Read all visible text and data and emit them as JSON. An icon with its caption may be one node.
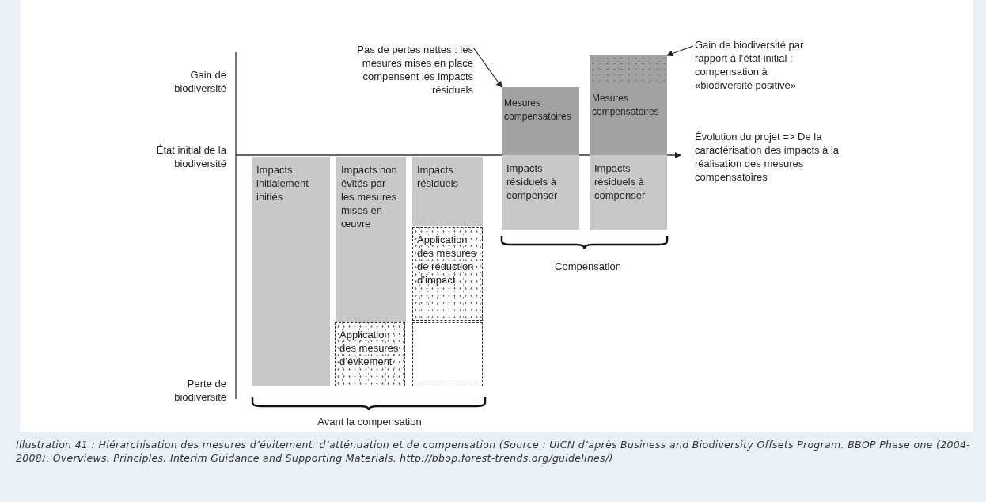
{
  "diagram": {
    "caption": "Illustration 41 : Hiérarchisation des mesures d’évitement, d’atténuation et de compensation (Source : UICN d’après Business and Biodiversity Offsets Program. BBOP Phase one (2004-2008). Overviews, Principles, Interim Guidance and Supporting Materials. http://bbop.forest-trends.org/guidelines/)",
    "nodes": [
      {
        "text": [
          "Impacts initialement initiés"
        ]
      },
      {
        "text": [
          "Impacts non évités par les mesures mises en œuvre"
        ]
      },
      {
        "text": [
          "Application des mesures d’évitement"
        ]
      },
      {
        "text": [
          "Impacts résiduels"
        ]
      },
      {
        "text": [
          "Application des mesures de réduction d’impact"
        ]
      },
      {
        "text": [],
        "shape": "box"
      },
      {
        "text": [
          "Mesures compensatoires"
        ]
      },
      {
        "text": [
          "Impacts résiduels à compenser"
        ]
      },
      {
        "text": [
          "Mesures compensatoires"
        ]
      },
      {
        "text": [
          "Impacts résiduels à compenser"
        ]
      },
      {
        "text": [
          "Pas de pertes nettes : les mesures mises en place compensent les impacts résiduels"
        ]
      },
      {
        "text": [
          "Gain de biodiversité par rapport à l’état initial : compensation à «biodiversité positive»"
        ]
      }
    ],
    "edges": [
      {
        "from": 10,
        "to": 6,
        "arrow": "to"
      },
      {
        "from": 11,
        "to": 8,
        "arrow": "to"
      }
    ],
    "labels": [
      "Gain de biodiversité",
      "État initial de la biodiversité",
      "Évolution du projet => De la caractérisation des impacts à la réalisation des mesures compensatoires",
      "Compensation",
      "Perte de biodiversité",
      "Avant la compensation"
    ]
  }
}
